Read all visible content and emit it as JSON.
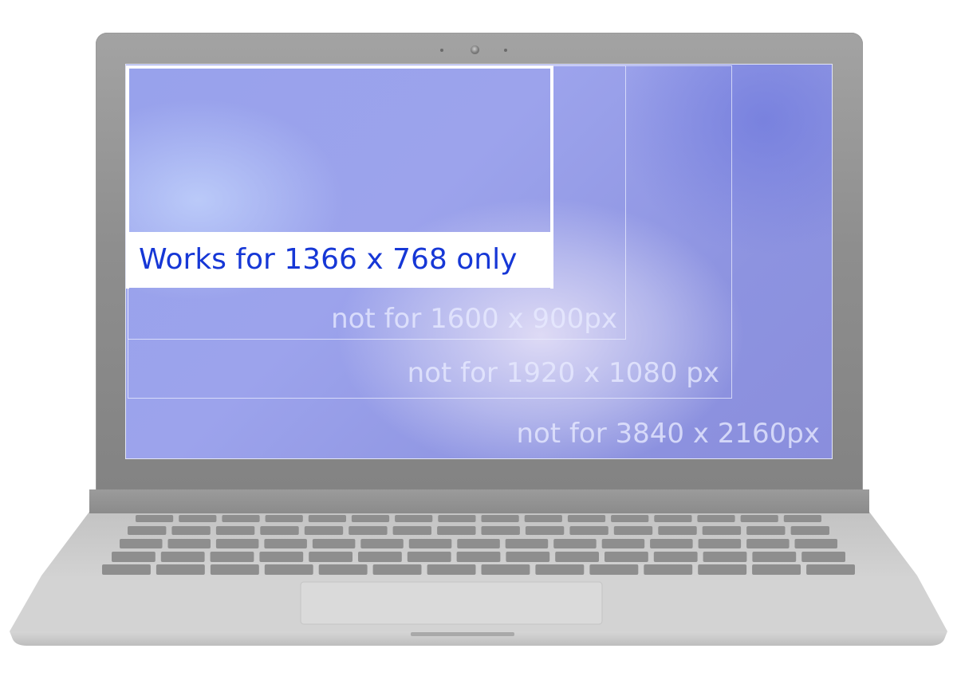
{
  "screen": {
    "works_label": "Works for 1366 x 768 only",
    "not_labels": {
      "r1600": "not for 1600 x 900px",
      "r1920": "not for 1920 x 1080 px",
      "r3840": "not for 3840 x 2160px"
    }
  },
  "colors": {
    "works_text": "#1637d6",
    "ghost_text": "#e8eaff",
    "screen_blue": "#98a2ec",
    "body_gray": "#c9c9c9"
  }
}
